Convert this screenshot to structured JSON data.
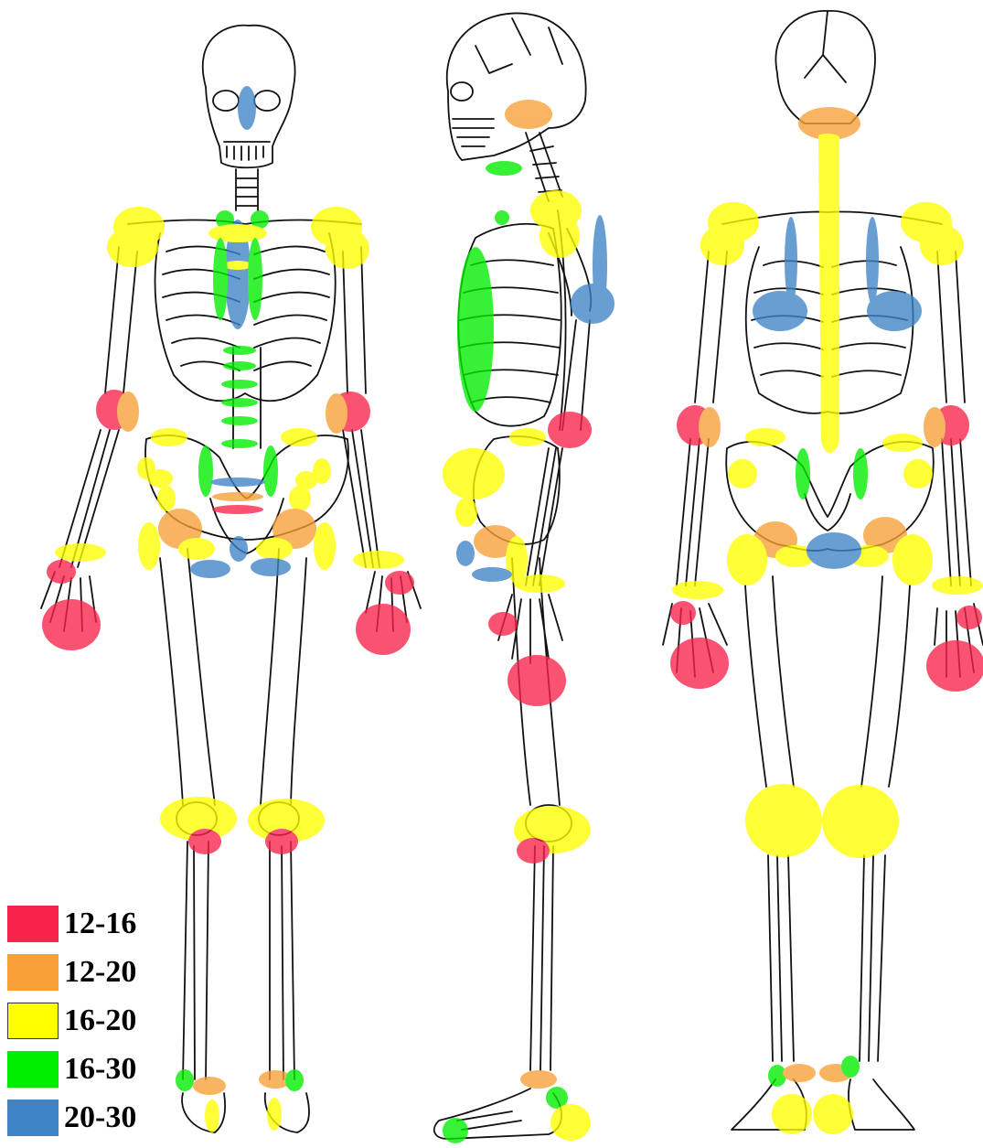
{
  "colors": {
    "red": "#f8234a",
    "orange": "#f7a035",
    "yellow": "#ffff00",
    "green": "#00ee00",
    "blue": "#3f84c7",
    "outline": "#111111"
  },
  "views": [
    "front",
    "side",
    "back"
  ],
  "legend": [
    {
      "label": "12-16",
      "color": "#f8234a"
    },
    {
      "label": "12-20",
      "color": "#f7a035"
    },
    {
      "label": "16-20",
      "color": "#ffff00"
    },
    {
      "label": "16-30",
      "color": "#00ee00"
    },
    {
      "label": "20-30",
      "color": "#3f84c7"
    }
  ]
}
